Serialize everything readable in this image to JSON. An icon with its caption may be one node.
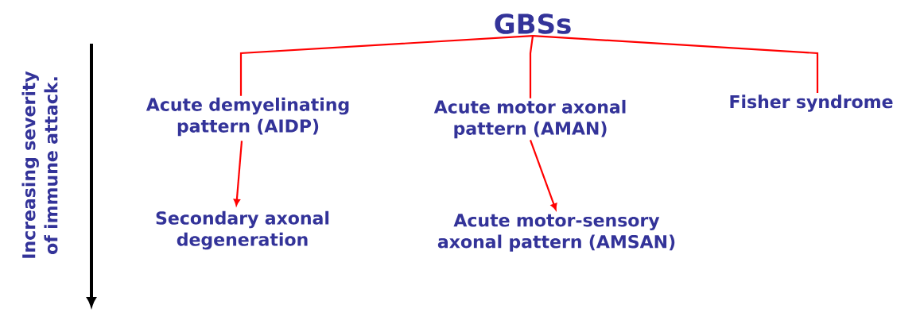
{
  "diagram": {
    "nodes": [
      {
        "text": [
          "GBSs"
        ]
      },
      {
        "text": [
          "Acute demyelinating pattern (AIDP)"
        ]
      },
      {
        "text": [
          "Acute motor axonal pattern (AMAN)"
        ]
      },
      {
        "text": [
          "Fisher syndrome"
        ]
      },
      {
        "text": [
          "Secondary axonal degeneration"
        ]
      },
      {
        "text": [
          "Acute motor-sensory axonal pattern (AMSAN)"
        ]
      }
    ],
    "edges": [
      {
        "from": 0,
        "to": 1,
        "arrow": "none"
      },
      {
        "from": 0,
        "to": 2,
        "arrow": "none"
      },
      {
        "from": 0,
        "to": 3,
        "arrow": "none"
      },
      {
        "from": 1,
        "to": 4,
        "arrow": "to"
      },
      {
        "from": 2,
        "to": 5,
        "arrow": "to"
      }
    ],
    "labels": [
      "Increasing severity of immune attack."
    ]
  }
}
